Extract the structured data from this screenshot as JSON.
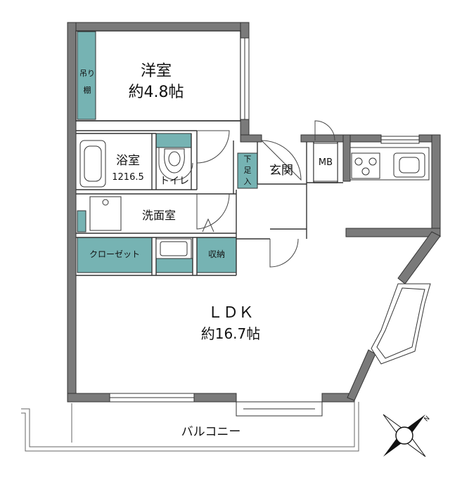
{
  "rooms": {
    "western_room": {
      "name": "洋室",
      "size": "約4.8帖"
    },
    "ldk": {
      "name": "ＬＤＫ",
      "size": "約16.7帖"
    },
    "bathroom": {
      "name": "浴室",
      "size": "1216.5"
    },
    "toilet": {
      "name": "トイレ"
    },
    "washroom": {
      "name": "洗面室"
    },
    "entrance": {
      "name": "玄関"
    },
    "closet": {
      "name": "クローゼット"
    },
    "storage": {
      "name": "収納"
    },
    "shoe_storage": {
      "line1": "下",
      "line2": "足",
      "line3": "入"
    },
    "hanging_shelf": {
      "line1": "吊り",
      "line2": "棚"
    },
    "meter_box": {
      "name": "MB"
    },
    "balcony": {
      "name": "バルコニー"
    }
  },
  "compass": {
    "north_label": "N"
  },
  "colors": {
    "wall": "#7a7a7a",
    "storage_fill": "#76b3b3",
    "line": "#333333"
  }
}
